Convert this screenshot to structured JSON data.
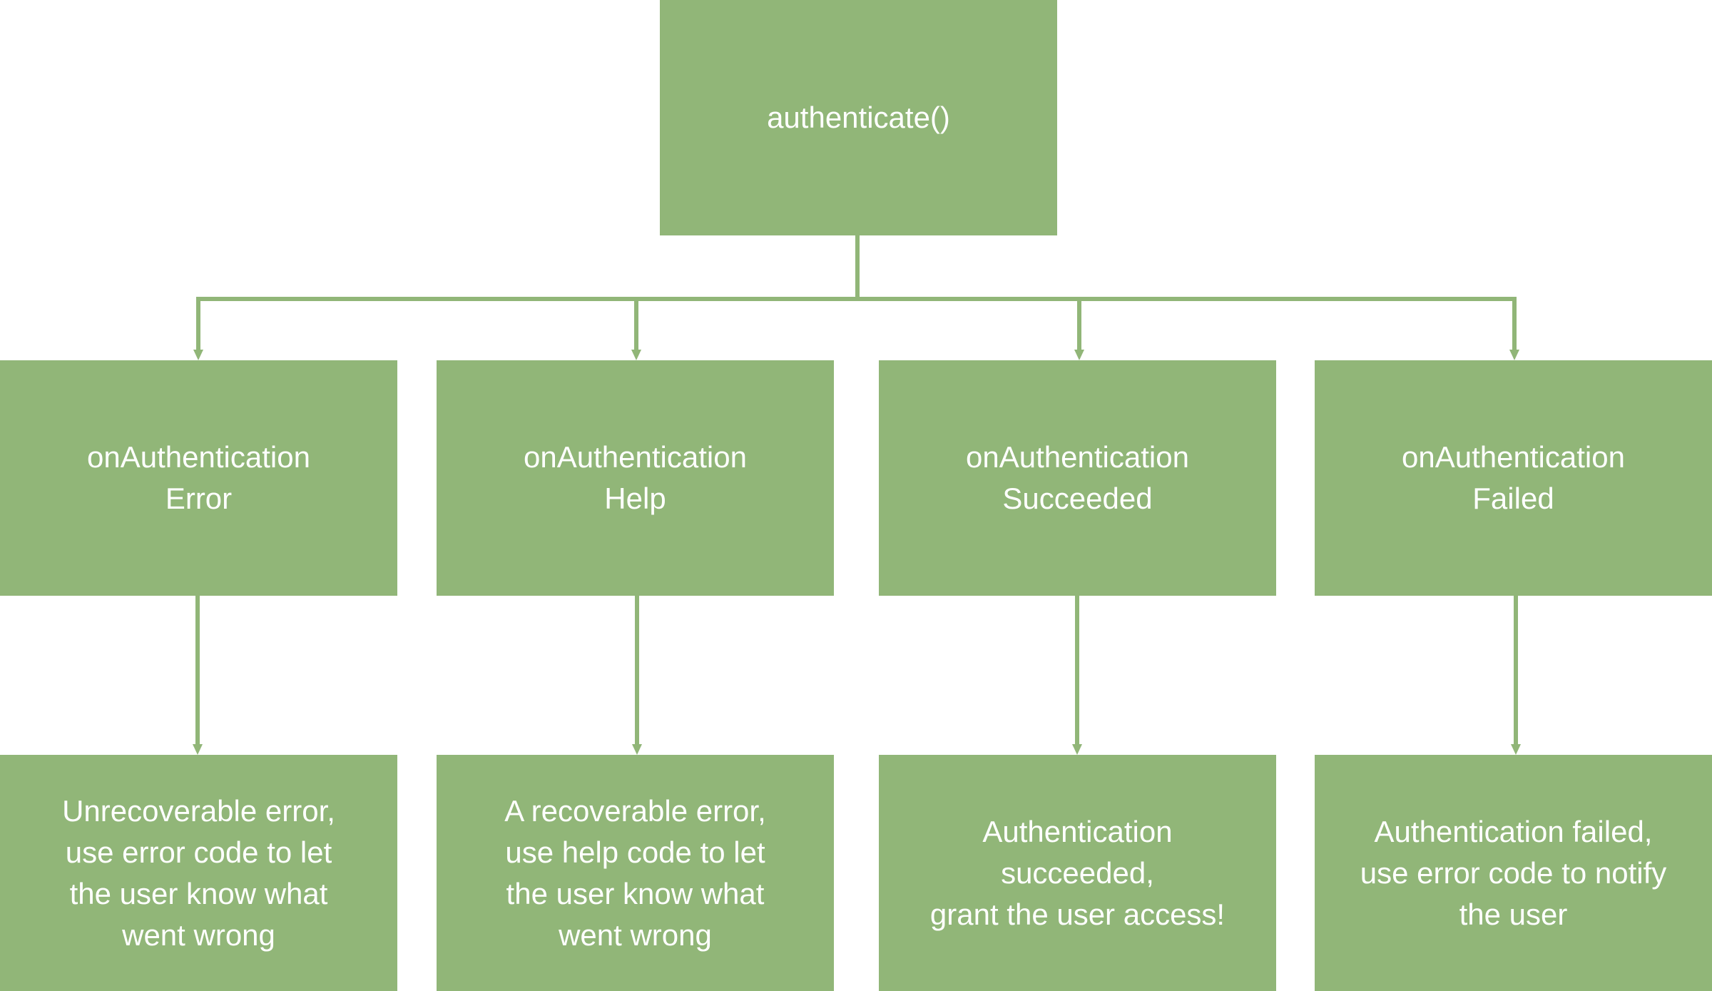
{
  "colors": {
    "box_fill": "#91b678",
    "box_text": "#ffffff",
    "connector": "#91b678",
    "background": "#ffffff"
  },
  "root": {
    "label": "authenticate()"
  },
  "callbacks": [
    {
      "label": "onAuthentication\nError"
    },
    {
      "label": "onAuthentication\nHelp"
    },
    {
      "label": "onAuthentication\nSucceeded"
    },
    {
      "label": "onAuthentication\nFailed"
    }
  ],
  "outcomes": [
    {
      "label": "Unrecoverable error,\nuse error code to let\nthe user know what\nwent wrong"
    },
    {
      "label": "A recoverable error,\nuse help code to let\nthe user know what\nwent wrong"
    },
    {
      "label": "Authentication\nsucceeded,\ngrant the user access!"
    },
    {
      "label": "Authentication failed,\nuse error code to notify\nthe user"
    }
  ]
}
